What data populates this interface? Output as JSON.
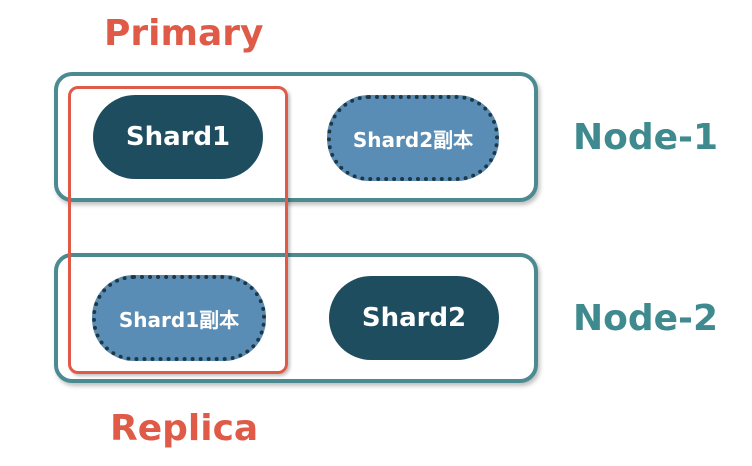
{
  "labels": {
    "primary": "Primary",
    "replica": "Replica"
  },
  "nodes": [
    {
      "name": "Node-1",
      "shards": [
        {
          "label": "Shard1",
          "kind": "primary"
        },
        {
          "label": "Shard2副本",
          "kind": "replica"
        }
      ]
    },
    {
      "name": "Node-2",
      "shards": [
        {
          "label": "Shard1副本",
          "kind": "replica"
        },
        {
          "label": "Shard2",
          "kind": "primary"
        }
      ]
    }
  ],
  "colors": {
    "highlight": "#e05a48",
    "node_border": "#4a8a90",
    "primary_shard": "#1f4d60",
    "replica_shard": "#5a8db5"
  }
}
